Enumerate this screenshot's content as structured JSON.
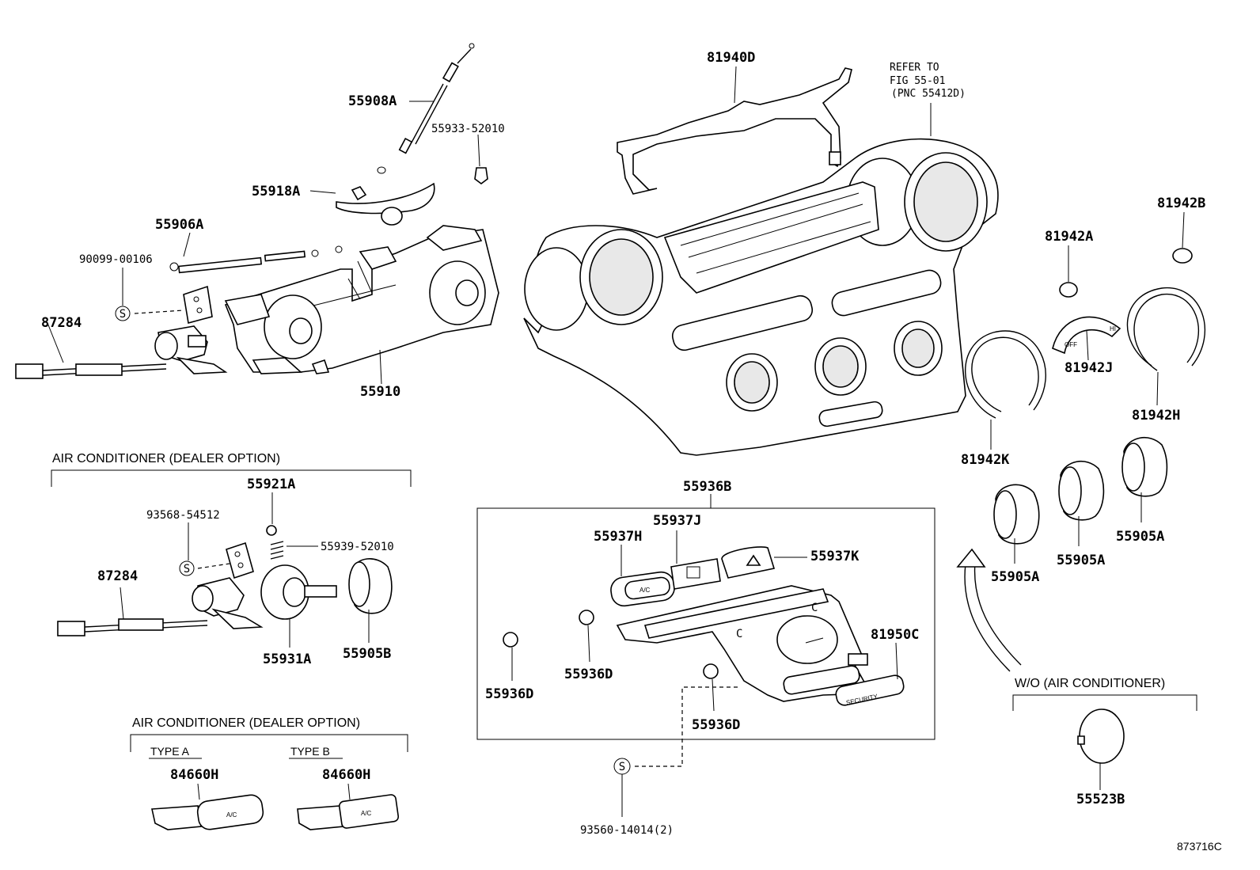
{
  "labels": {
    "p55908A": "55908A",
    "p55933": "55933-52010",
    "p55918A": "55918A",
    "p55906A": "55906A",
    "p90099": "90099-00106",
    "p87284a": "87284",
    "p55910": "55910",
    "p81940D": "81940D",
    "p81942B": "81942B",
    "p81942A": "81942A",
    "p81942J": "81942J",
    "p81942H": "81942H",
    "p81942K": "81942K",
    "p55905A1": "55905A",
    "p55905A2": "55905A",
    "p55905A3": "55905A",
    "p55921A": "55921A",
    "p93568": "93568-54512",
    "p55939": "55939-52010",
    "p87284b": "87284",
    "p55931A": "55931A",
    "p55905B": "55905B",
    "p84660H1": "84660H",
    "p84660H2": "84660H",
    "p55936B": "55936B",
    "p55937J": "55937J",
    "p55937H": "55937H",
    "p55937K": "55937K",
    "p81950C": "81950C",
    "p55936D1": "55936D",
    "p55936D2": "55936D",
    "p55936D3": "55936D",
    "p93560": "93560-14014(2)",
    "p55523B": "55523B"
  },
  "refer_note": [
    "REFER TO",
    "FIG 55-01",
    "(PNC 55412D)"
  ],
  "sections": {
    "ac_dealer_1": "AIR CONDITIONER (DEALER OPTION)",
    "ac_dealer_2": "AIR CONDITIONER (DEALER OPTION)",
    "type_a": "TYPE A",
    "type_b": "TYPE B",
    "wo_ac": "W/O (AIR CONDITIONER)"
  },
  "symbols": {
    "s_mark": "S"
  },
  "panel_text": {
    "ac": "A/C",
    "off": "OFF",
    "hi": "HI",
    "security": "SECURITY",
    "c": "C"
  },
  "figure_id": "873716C"
}
